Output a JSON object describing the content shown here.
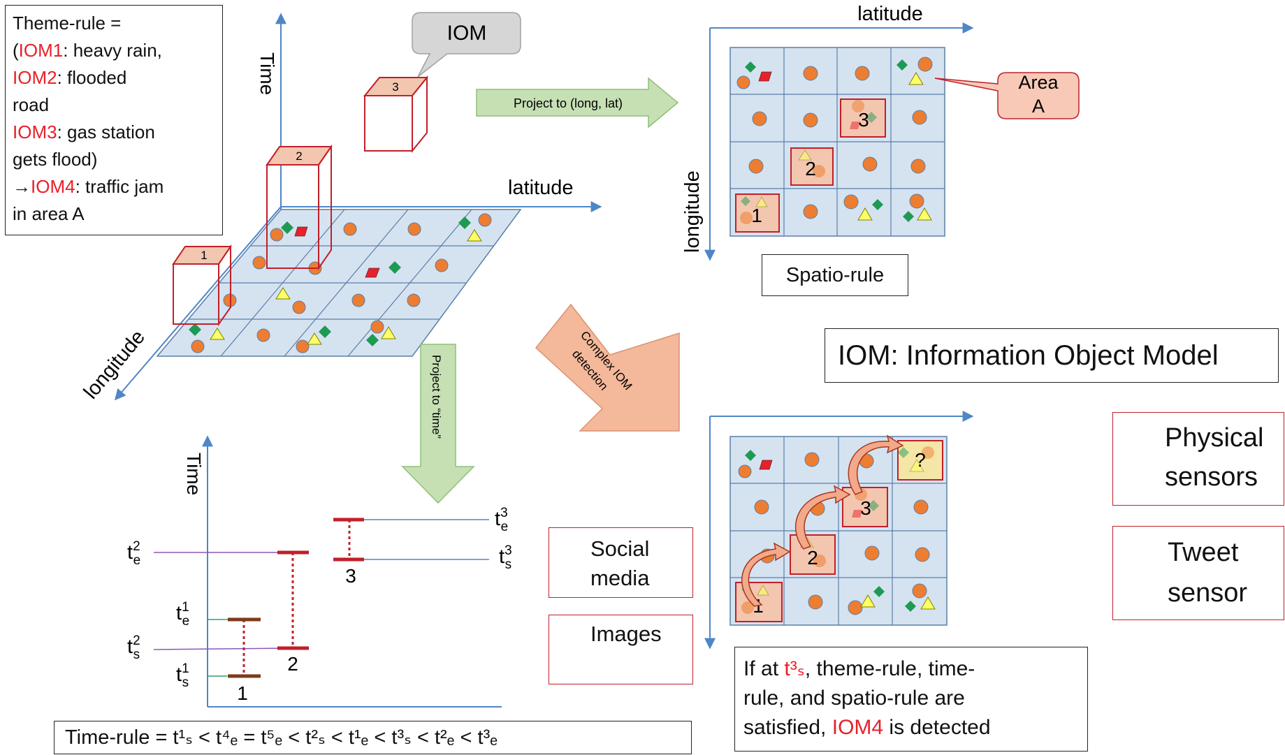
{
  "theme_rule": {
    "lines": [
      {
        "pre": "Theme-rule =",
        "red": "",
        "post": ""
      },
      {
        "pre": "(",
        "red": "IOM1",
        "post": ": heavy rain,"
      },
      {
        "pre": "",
        "red": "IOM2",
        "post": ": flooded"
      },
      {
        "pre": "road",
        "red": "",
        "post": ""
      },
      {
        "pre": "",
        "red": "IOM3",
        "post": ": gas station"
      },
      {
        "pre": "gets flood)",
        "red": "",
        "post": ""
      },
      {
        "pre": "→",
        "red": "IOM4",
        "post": ": traffic jam"
      },
      {
        "pre": "in area A",
        "red": "",
        "post": ""
      }
    ]
  },
  "axes": {
    "time": "Time",
    "latitude": "latitude",
    "longitude": "longitude"
  },
  "iom_callout": "IOM",
  "cube_labels": [
    "1",
    "2",
    "3"
  ],
  "arrows": {
    "project_longlat": "Project to (long, lat)",
    "project_time": "Project to “time”",
    "complex_line1": "Complex IOM",
    "complex_line2": "detection"
  },
  "area_callout": {
    "line1": "Area",
    "line2": "A"
  },
  "spatio_rule": "Spatio-rule",
  "iom_definition": "IOM: Information Object Model",
  "legend_physical": {
    "line1": "Physical",
    "line2": "sensors"
  },
  "legend_tweet": {
    "line1": "Tweet",
    "line2": "sensor"
  },
  "legend_social": {
    "line1": "Social",
    "line2": "media"
  },
  "legend_images": "Images",
  "timeline": {
    "labels": {
      "t2e": {
        "base": "t",
        "sup": "2",
        "sub": "e"
      },
      "t1e": {
        "base": "t",
        "sup": "1",
        "sub": "e"
      },
      "t2s": {
        "base": "t",
        "sup": "2",
        "sub": "s"
      },
      "t1s": {
        "base": "t",
        "sup": "1",
        "sub": "s"
      },
      "t3e": {
        "base": "t",
        "sup": "3",
        "sub": "e"
      },
      "t3s": {
        "base": "t",
        "sup": "3",
        "sub": "s"
      }
    },
    "interval_labels": [
      "1",
      "2",
      "3"
    ]
  },
  "time_rule": "Time-rule = t¹ₛ < t⁴ₑ = t⁵ₑ < t²ₛ < t¹ₑ < t³ₛ < t²ₑ < t³ₑ",
  "detection": {
    "line1_pre": "If at ",
    "line1_red": "t³ₛ",
    "line1_post": ", theme-rule, time-",
    "line2": "rule, and spatio-rule are",
    "line3_pre": "satisfied, ",
    "line3_red": "IOM4",
    "line3_post": " is detected"
  },
  "grid_labels": {
    "cell1": "1",
    "cell2": "2",
    "cell3": "3",
    "unknown": "?"
  },
  "colors": {
    "cell_fill": "#d5e3f1",
    "grid_line": "#5b7ea8",
    "axis": "#4f86c6",
    "tweet": "#ed7d31",
    "physical": "#ffff66",
    "social": "#1e9a53",
    "image_marker": "#e8202a",
    "cube": "#c0202a",
    "highlight": "#f3c6b0",
    "callout_gray": "#d6d6d6",
    "green_arrow": "#c6e0b4",
    "orange_arrow": "#f4b89a"
  }
}
